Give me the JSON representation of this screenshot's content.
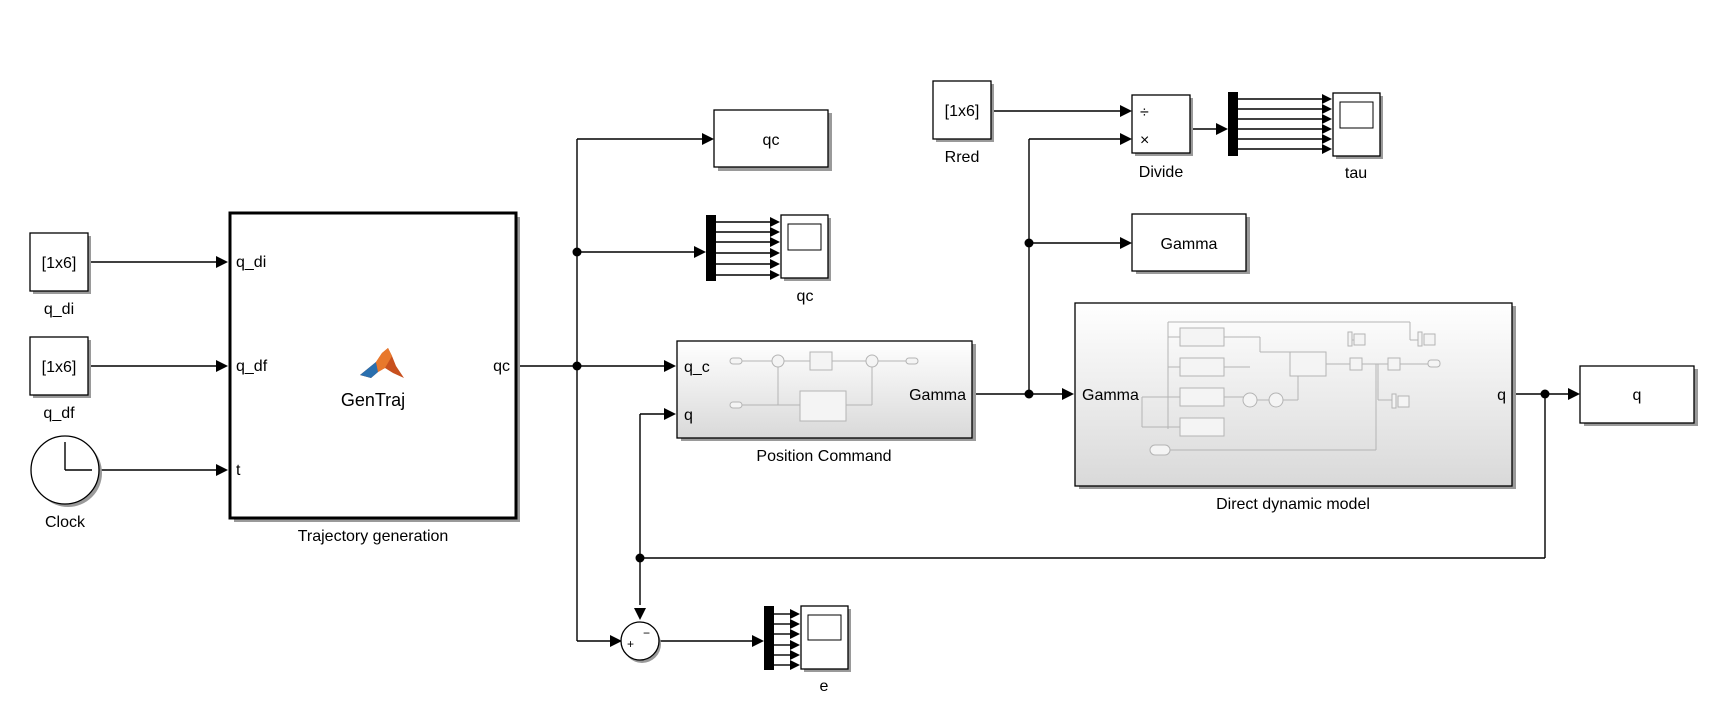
{
  "blocks": {
    "const_qdi": {
      "value": "[1x6]",
      "name": "q_di"
    },
    "const_qdf": {
      "value": "[1x6]",
      "name": "q_df"
    },
    "clock": {
      "name": "Clock"
    },
    "trajectory": {
      "name": "Trajectory generation",
      "label": "GenTraj",
      "in_ports": [
        "q_di",
        "q_df",
        "t"
      ],
      "out_port": "qc"
    },
    "goto_qc": {
      "tag": "qc"
    },
    "scope_qc": {
      "name": "qc"
    },
    "position_command": {
      "name": "Position Command",
      "in_ports": [
        "q_c",
        "q"
      ],
      "out_port": "Gamma"
    },
    "const_rred": {
      "value": "[1x6]",
      "name": "Rred"
    },
    "divide": {
      "name": "Divide",
      "ops": [
        "÷",
        "×"
      ]
    },
    "scope_tau": {
      "name": "tau"
    },
    "goto_gamma": {
      "tag": "Gamma"
    },
    "direct_dynamic": {
      "name": "Direct dynamic model",
      "in_port": "Gamma",
      "out_port": "q"
    },
    "goto_q": {
      "tag": "q"
    },
    "sum": {
      "signs": [
        "−",
        "+"
      ]
    },
    "scope_e": {
      "name": "e"
    }
  },
  "colors": {
    "accent": "#c8501e",
    "wire": "#000000",
    "shadow": "#9a9a9a"
  }
}
